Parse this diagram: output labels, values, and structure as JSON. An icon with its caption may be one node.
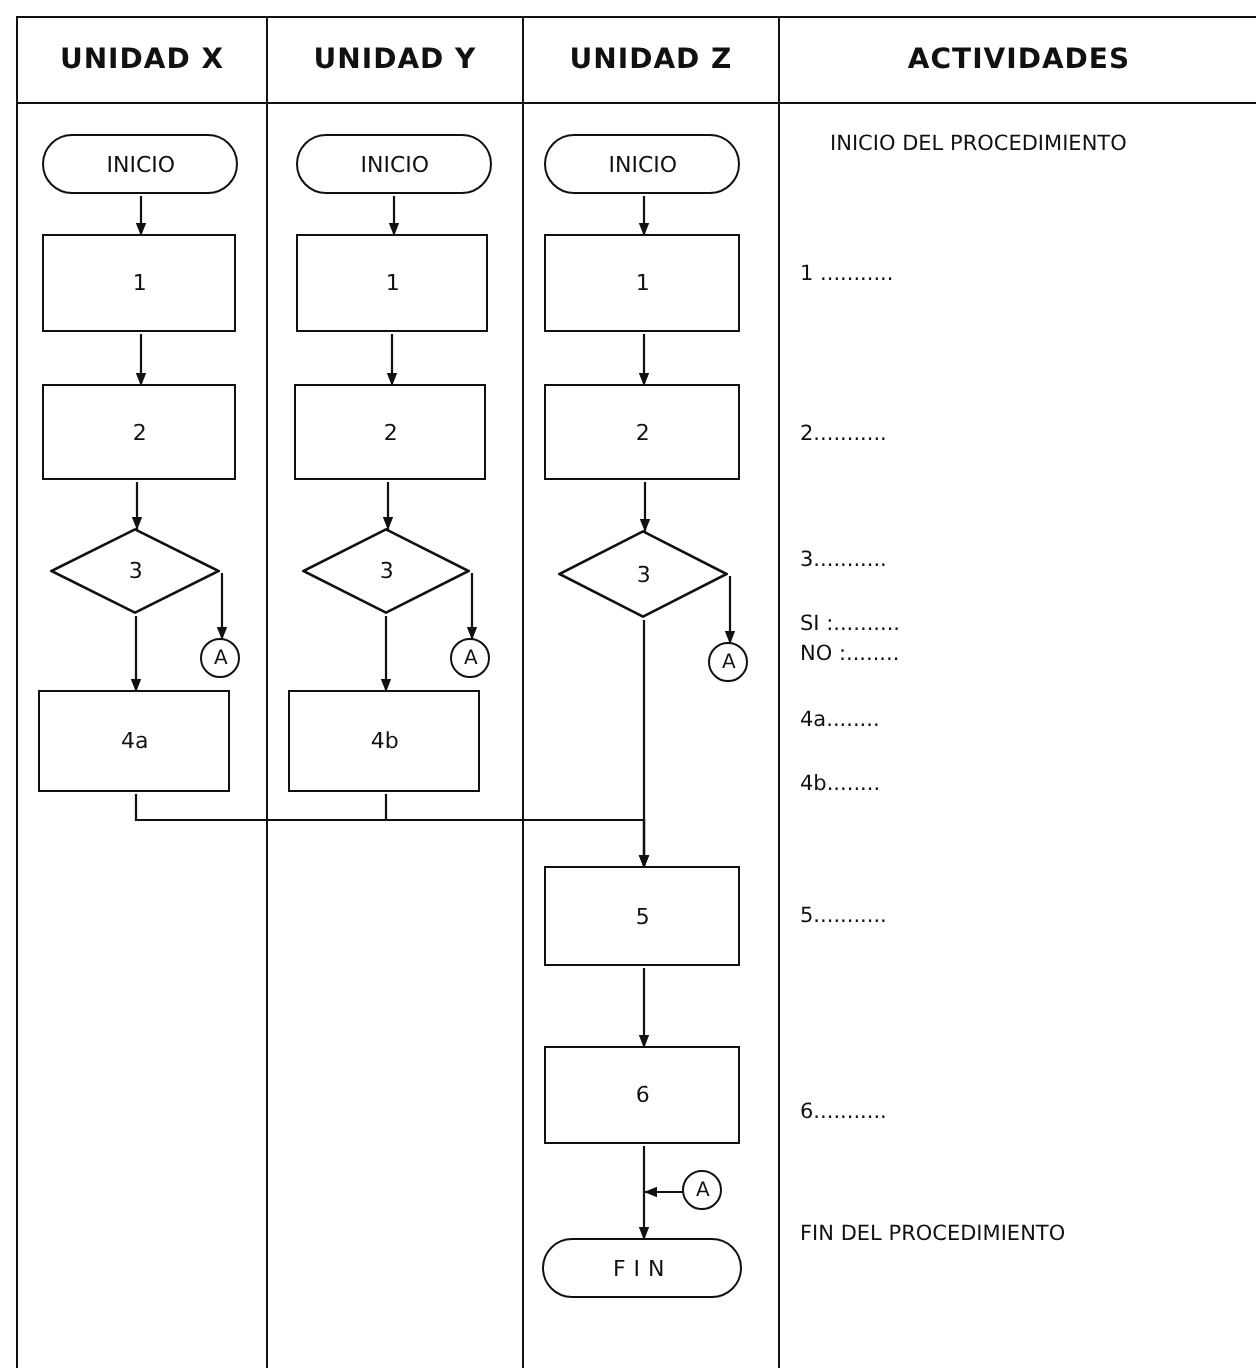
{
  "diagram": {
    "nodes": [
      {
        "text": [
          "UNIDAD X"
        ]
      },
      {
        "text": [
          "UNIDAD Y"
        ]
      },
      {
        "text": [
          "UNIDAD Z"
        ]
      },
      {
        "text": [
          "ACTIVIDADES"
        ]
      },
      {
        "text": [
          "INICIO"
        ],
        "in": 0
      },
      {
        "text": [
          "1"
        ],
        "in": 0
      },
      {
        "text": [
          "2"
        ],
        "in": 0
      },
      {
        "text": [
          "3"
        ],
        "in": 0
      },
      {
        "text": [
          "A"
        ],
        "in": 0
      },
      {
        "text": [
          "4a"
        ],
        "in": 0
      },
      {
        "text": [
          "INICIO"
        ],
        "in": 1
      },
      {
        "text": [
          "1"
        ],
        "in": 1
      },
      {
        "text": [
          "2"
        ],
        "in": 1
      },
      {
        "text": [
          "3"
        ],
        "in": 1
      },
      {
        "text": [
          "A"
        ],
        "in": 1
      },
      {
        "text": [
          "4b"
        ],
        "in": 1
      },
      {
        "text": [
          "INICIO"
        ],
        "in": 2
      },
      {
        "text": [
          "1"
        ],
        "in": 2
      },
      {
        "text": [
          "2"
        ],
        "in": 2
      },
      {
        "text": [
          "3"
        ],
        "in": 2
      },
      {
        "text": [
          "A"
        ],
        "in": 2
      },
      {
        "text": [
          "5"
        ],
        "in": 2
      },
      {
        "text": [
          "6"
        ],
        "in": 2
      },
      {
        "text": [
          "A"
        ],
        "in": 2
      },
      {
        "text": [
          "FIN"
        ],
        "in": 2
      }
    ],
    "edges": [
      {
        "from": 4,
        "to": 5,
        "arrow": "to"
      },
      {
        "from": 5,
        "to": 6,
        "arrow": "to"
      },
      {
        "from": 6,
        "to": 7,
        "arrow": "to"
      },
      {
        "from": 7,
        "to": 8,
        "arrow": "to"
      },
      {
        "from": 7,
        "to": 9,
        "arrow": "to"
      },
      {
        "from": 10,
        "to": 11,
        "arrow": "to"
      },
      {
        "from": 11,
        "to": 12,
        "arrow": "to"
      },
      {
        "from": 12,
        "to": 13,
        "arrow": "to"
      },
      {
        "from": 13,
        "to": 14,
        "arrow": "to"
      },
      {
        "from": 13,
        "to": 15,
        "arrow": "to"
      },
      {
        "from": 16,
        "to": 17,
        "arrow": "to"
      },
      {
        "from": 17,
        "to": 18,
        "arrow": "to"
      },
      {
        "from": 18,
        "to": 19,
        "arrow": "to"
      },
      {
        "from": 19,
        "to": 20,
        "arrow": "to"
      },
      {
        "from": 19,
        "to": 21,
        "arrow": "to"
      },
      {
        "from": 9,
        "to": 21,
        "arrow": "to"
      },
      {
        "from": 15,
        "to": 21,
        "arrow": "to"
      },
      {
        "from": 21,
        "to": 22,
        "arrow": "to"
      },
      {
        "from": 22,
        "to": 24,
        "arrow": "to"
      },
      {
        "from": 23,
        "to": null,
        "arrow": "to"
      }
    ],
    "labels": [
      "INICIO DEL PROCEDIMIENTO",
      "1 ...........",
      "2...........",
      "3...........",
      "SI :..........",
      "NO :........",
      "4a........",
      "4b........",
      "5...........",
      "6...........",
      "FIN DEL PROCEDIMIENTO"
    ]
  }
}
